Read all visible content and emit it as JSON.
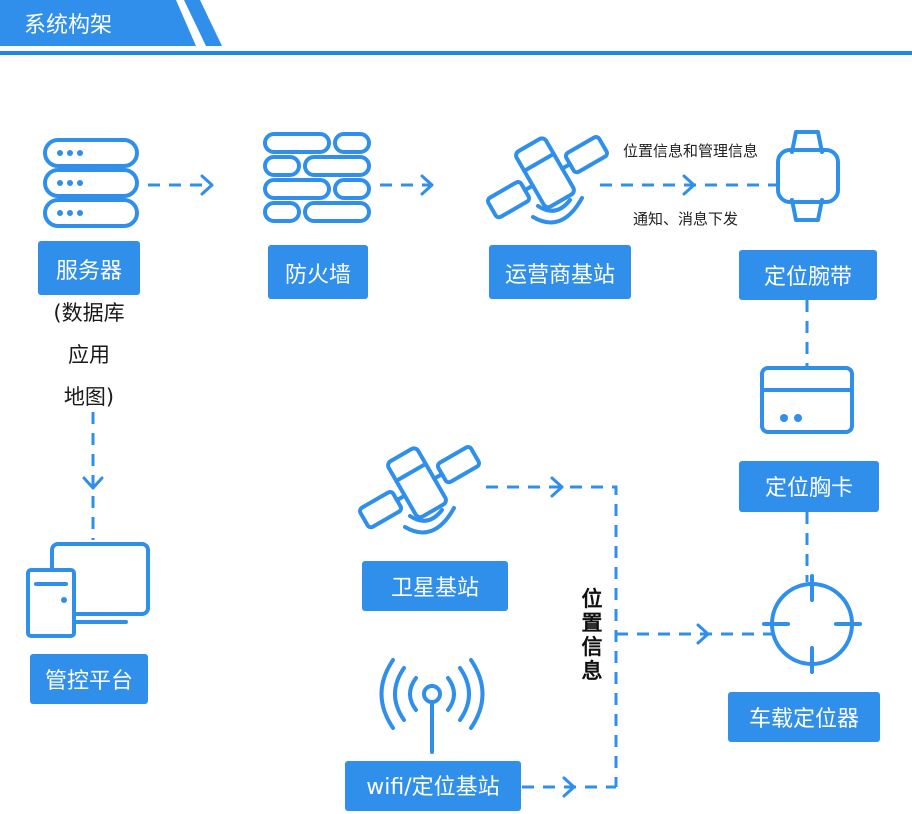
{
  "header": {
    "title": "系统构架"
  },
  "nodes": {
    "server": {
      "label": "服务器",
      "caption_lines": [
        "(数据库",
        "应用",
        "地图)"
      ]
    },
    "firewall": {
      "label": "防火墙"
    },
    "carrier": {
      "label": "运营商基站"
    },
    "wristband": {
      "label": "定位腕带"
    },
    "badge": {
      "label": "定位胸卡"
    },
    "platform": {
      "label": "管控平台"
    },
    "satellite": {
      "label": "卫星基站"
    },
    "wifi": {
      "label": "wifi/定位基站"
    },
    "vehicle": {
      "label": "车载定位器"
    }
  },
  "notes": {
    "uplink": "位置信息和管理信息",
    "downlink": "通知、消息下发",
    "position_chars": [
      "位",
      "置",
      "信",
      "息"
    ]
  },
  "colors": {
    "accent": "#2f8fea",
    "rule": "#1e88e5"
  }
}
